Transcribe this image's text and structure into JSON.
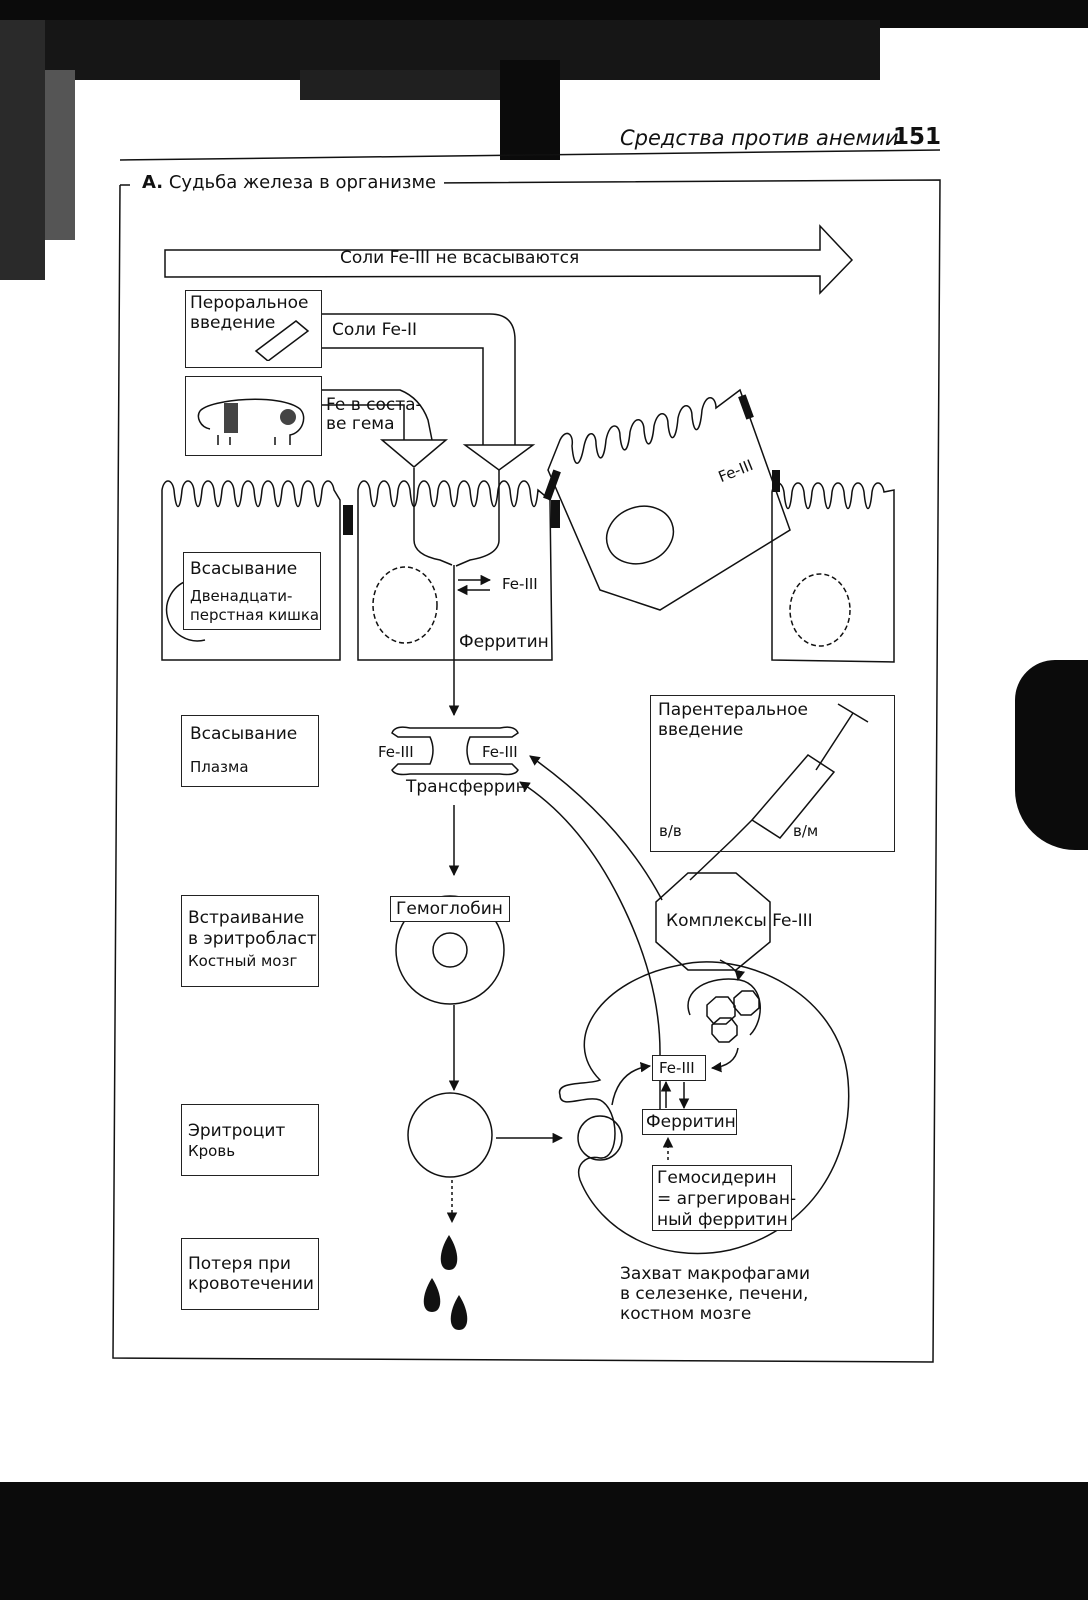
{
  "header": {
    "title": "Средства против анемии",
    "page_number": "151"
  },
  "section": {
    "letter": "A.",
    "title": "Судьба  железа в организме"
  },
  "banner": "Соли Fe-III не всасываются",
  "sources": {
    "oral": [
      "Пероральное",
      "введение"
    ],
    "salts_fe2": "Соли Fe-II",
    "heme": [
      "Fe в соста-",
      "ве гема"
    ]
  },
  "gut": {
    "fe3_cell": "Fe-III",
    "fe3_exchange": "Fe-III",
    "ferritin": "Ферритин"
  },
  "stages": [
    {
      "title": "Всасывание",
      "sub": [
        "Двенадцати-",
        "перстная кишка"
      ]
    },
    {
      "title": "Всасывание",
      "sub": [
        "Плазма"
      ]
    },
    {
      "title": [
        "Встраивание",
        "в эритробласт"
      ],
      "sub": [
        "Костный мозг"
      ]
    },
    {
      "title": [
        "Эритроцит"
      ],
      "sub": [
        "Кровь"
      ]
    },
    {
      "title": [
        "Потеря при",
        "кровотечении"
      ],
      "sub": []
    }
  ],
  "transferrin": {
    "left": "Fe-III",
    "right": "Fe-III",
    "label": "Трансферрин"
  },
  "parenteral": {
    "title": [
      "Парентеральное",
      "введение"
    ],
    "iv": "в/в",
    "im": "в/м"
  },
  "hemoglobin": "Гемоглобин",
  "complexes": "Комплексы Fe-III",
  "macrophage": {
    "fe3": "Fe-III",
    "ferritin": "Ферритин",
    "hemosiderin": [
      "Гемосидерин",
      "= агрегирован-",
      "ный ферритин"
    ],
    "caption": [
      "Захват макрофагами",
      "в селезенке, печени,",
      "костном мозге"
    ]
  }
}
